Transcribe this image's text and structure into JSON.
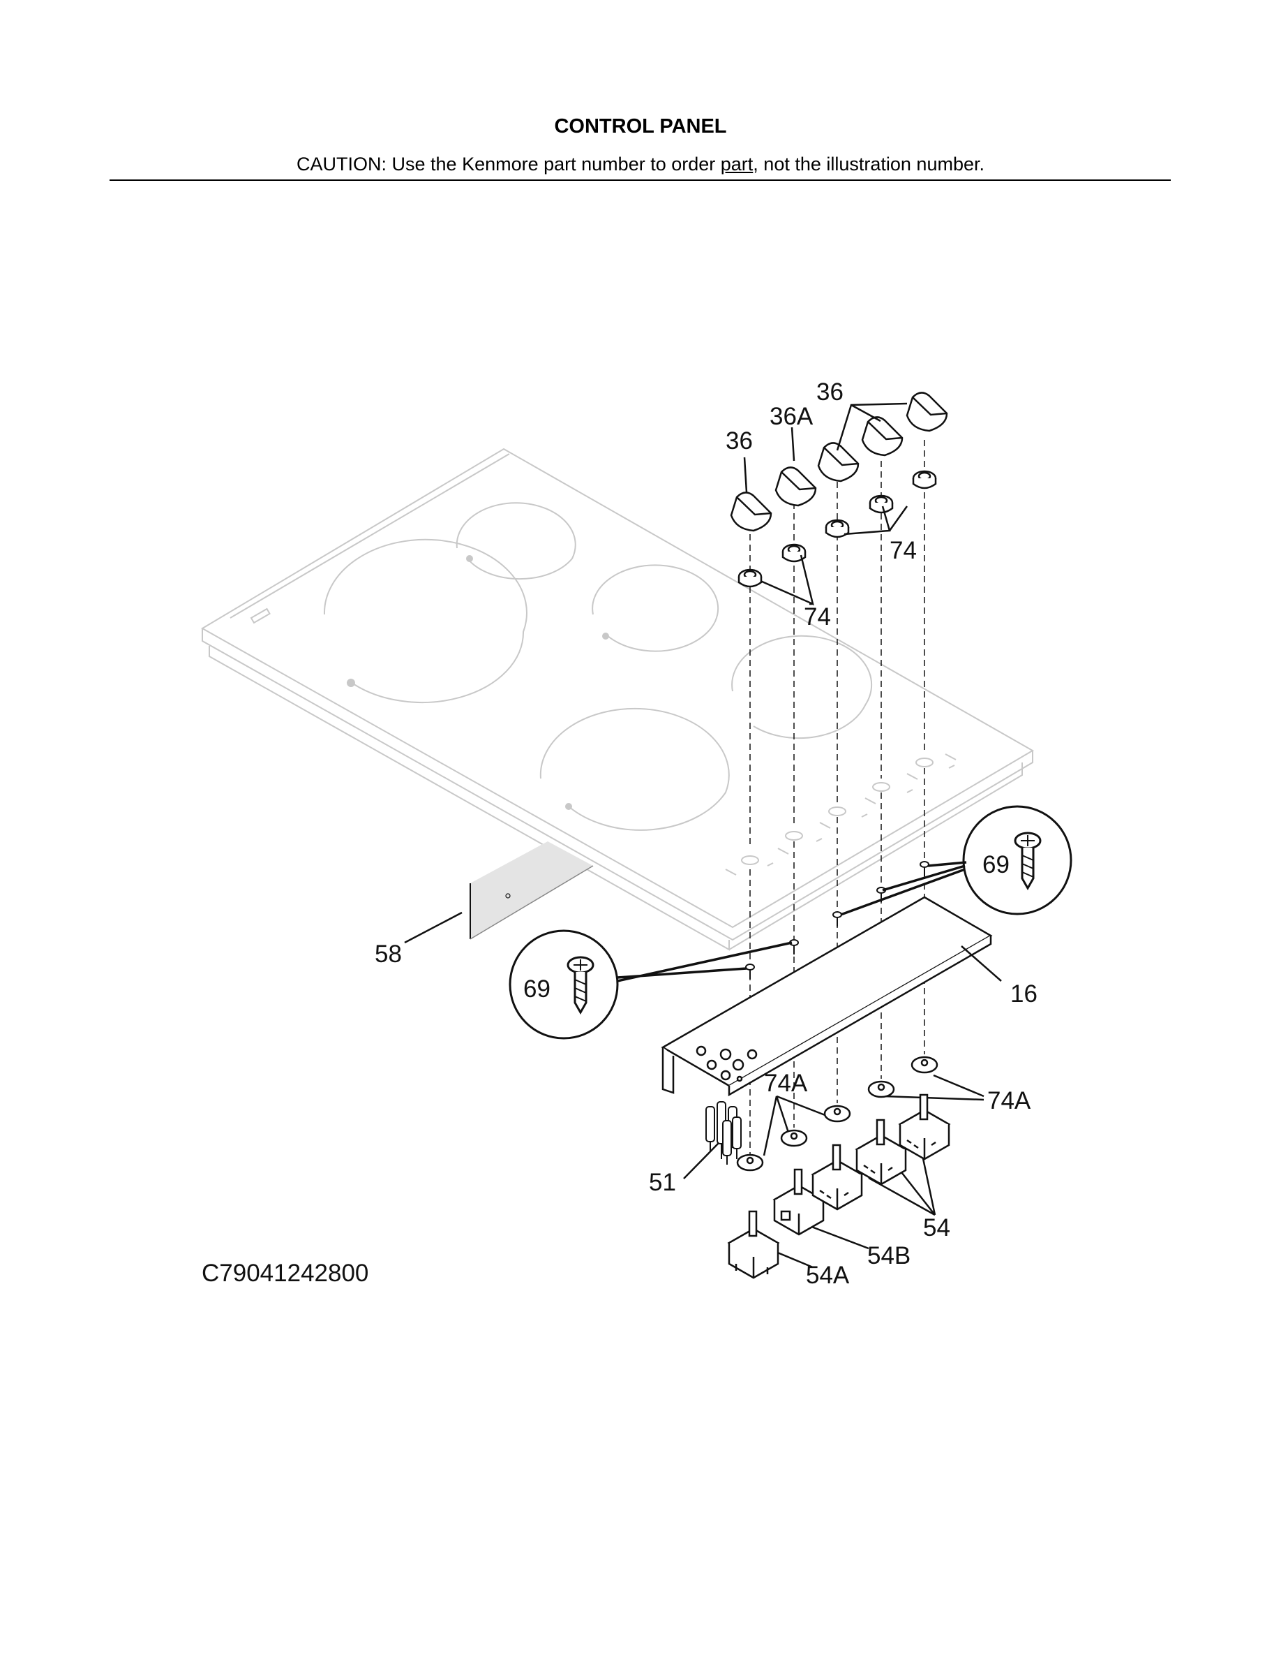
{
  "header": {
    "title": "CONTROL PANEL",
    "caution_prefix": "CAUTION: Use the Kenmore part number to order ",
    "caution_link": "part",
    "caution_suffix": ", not the illustration number."
  },
  "diagram": {
    "code": "C79041242800",
    "labels": {
      "l36_top": "36",
      "l36a": "36A",
      "l36_left": "36",
      "l74_right": "74",
      "l74_left": "74",
      "l69_right": "69",
      "l69_left": "69",
      "l58": "58",
      "l16": "16",
      "l74a_left": "74A",
      "l74a_right": "74A",
      "l51": "51",
      "l54": "54",
      "l54b": "54B",
      "l54a": "54A"
    }
  },
  "colors": {
    "line": "#111111",
    "faint": "#c8c8c8",
    "panel": "#e9e9e9"
  }
}
